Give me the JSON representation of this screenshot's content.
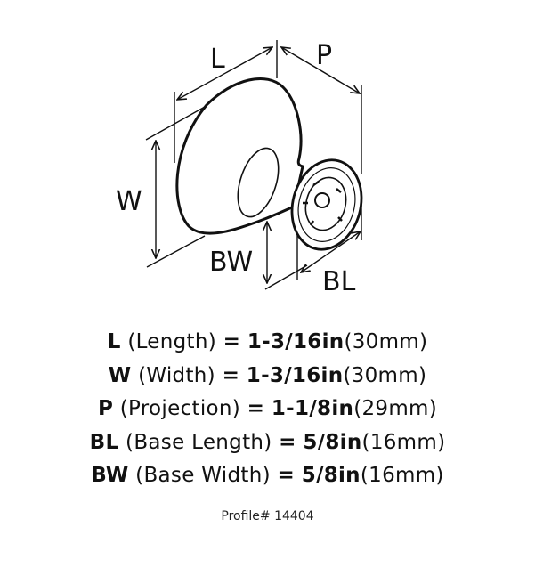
{
  "diagram_labels": {
    "L": "L",
    "P": "P",
    "W": "W",
    "BW": "BW",
    "BL": "BL"
  },
  "specs": [
    {
      "code": "L",
      "name": "(Length)",
      "eq": "=",
      "imperial": "1-3/16in",
      "metric": "(30mm)"
    },
    {
      "code": "W",
      "name": "(Width)",
      "eq": "=",
      "imperial": "1-3/16in",
      "metric": "(30mm)"
    },
    {
      "code": "P",
      "name": "(Projection)",
      "eq": "=",
      "imperial": "1-1/8in",
      "metric": "(29mm)"
    },
    {
      "code": "BL",
      "name": "(Base Length)",
      "eq": "=",
      "imperial": "5/8in",
      "metric": "(16mm)"
    },
    {
      "code": "BW",
      "name": "(Base Width)",
      "eq": "=",
      "imperial": "5/8in",
      "metric": "(16mm)"
    }
  ],
  "profile": "Profile# 14404"
}
